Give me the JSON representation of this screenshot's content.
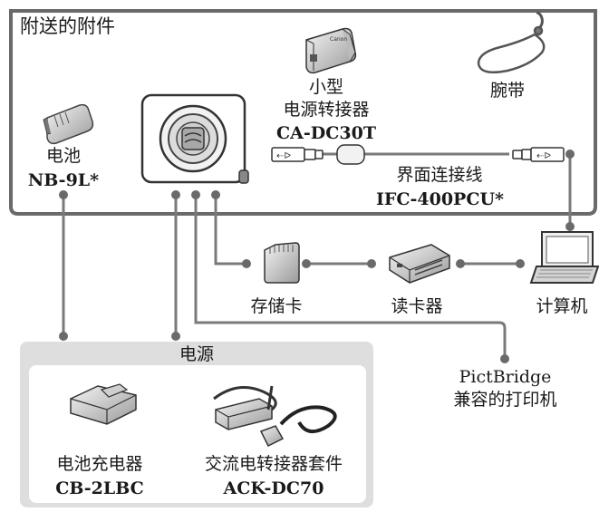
{
  "box_title": "附送的附件",
  "battery": {
    "name": "电池",
    "model": "NB-9L*"
  },
  "adapter": {
    "line1": "小型",
    "line2": "电源转接器",
    "model": "CA-DC30T"
  },
  "strap": {
    "name": "腕带"
  },
  "cable": {
    "name": "界面连接线",
    "model": "IFC-400PCU*"
  },
  "memory_card": {
    "name": "存储卡"
  },
  "card_reader": {
    "name": "读卡器"
  },
  "computer": {
    "name": "计算机"
  },
  "printer": {
    "line1": "PictBridge",
    "line2": "兼容的打印机"
  },
  "power": {
    "title": "电源",
    "charger": {
      "name": "电池充电器",
      "model": "CB-2LBC"
    },
    "ac_kit": {
      "name": "交流电转接器套件",
      "model": "ACK-DC70"
    }
  },
  "colors": {
    "frame": "#6a6a6a",
    "line": "#7a7a7a",
    "panel": "#dedede",
    "icon": "#444444"
  }
}
